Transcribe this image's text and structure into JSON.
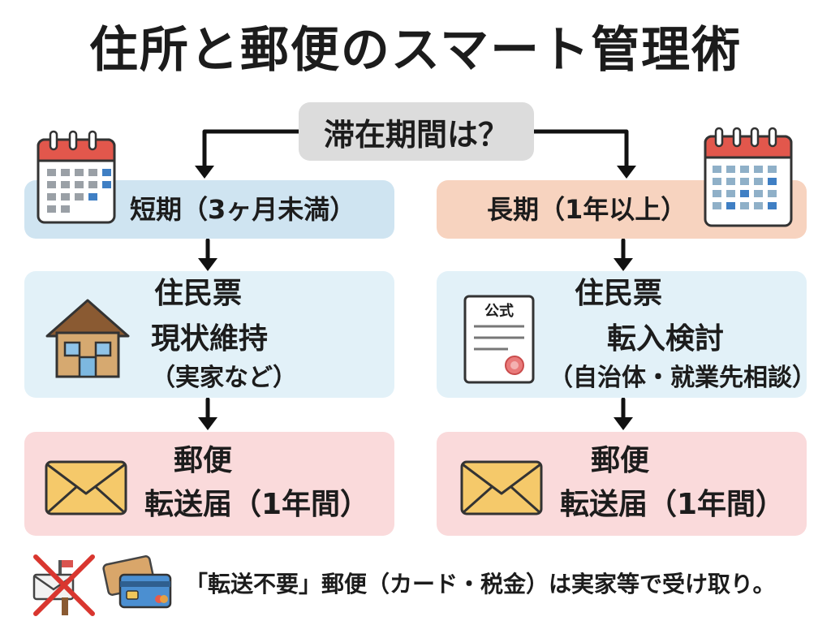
{
  "title": "住所と郵便のスマート管理術",
  "question": "滞在期間は？",
  "short_term": {
    "header": "短期（3ヶ月未満）",
    "jumin_title": "住民票",
    "jumin_action": "現状維持",
    "jumin_note": "（実家など）",
    "mail_title": "郵便",
    "mail_action": "転送届（1年間）"
  },
  "long_term": {
    "header": "長期（1年以上）",
    "certificate_label": "公式",
    "jumin_title": "住民票",
    "jumin_action": "転入検討",
    "jumin_note": "（自治体・就業先相談）",
    "mail_title": "郵便",
    "mail_action": "転送届（1年間）"
  },
  "bottom_note": "「転送不要」郵便（カード・税金）は実家等で受け取り。",
  "icons": {
    "calendar": "calendar-icon",
    "house": "house-icon",
    "certificate": "certificate-icon",
    "envelope": "envelope-icon",
    "mailbox_crossed": "mailbox-crossed-icon",
    "cards": "credit-cards-icon"
  },
  "colors": {
    "question_bg": "#dcdcdc",
    "short_header_bg": "#cfe4f1",
    "long_header_bg": "#f7d3bf",
    "jumin_bg": "#e2f1f8",
    "mail_bg": "#fadadb",
    "calendar_top": "#e2574c",
    "envelope_fill": "#f5c96a"
  }
}
